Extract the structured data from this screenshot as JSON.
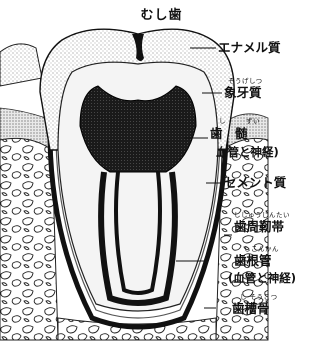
{
  "title": "むし歯",
  "labels": {
    "enamel": "エナメル質",
    "dentin_ruby": "ぞうげしつ",
    "dentin": "象牙質",
    "pulp_ruby_1": "し",
    "pulp_ruby_2": "ずい",
    "pulp": "歯　髄",
    "pulp_sub": "血管と神経)",
    "cementum": "セメント質",
    "periodontal_ruby": "ししゅうじんたい",
    "periodontal": "歯周靭帯",
    "root_canal_ruby": "しこんかん",
    "root_canal": "歯根管",
    "root_canal_sub": "(血管と神経)",
    "alveolar_ruby": "し そうこつ",
    "alveolar": "歯槽骨"
  }
}
